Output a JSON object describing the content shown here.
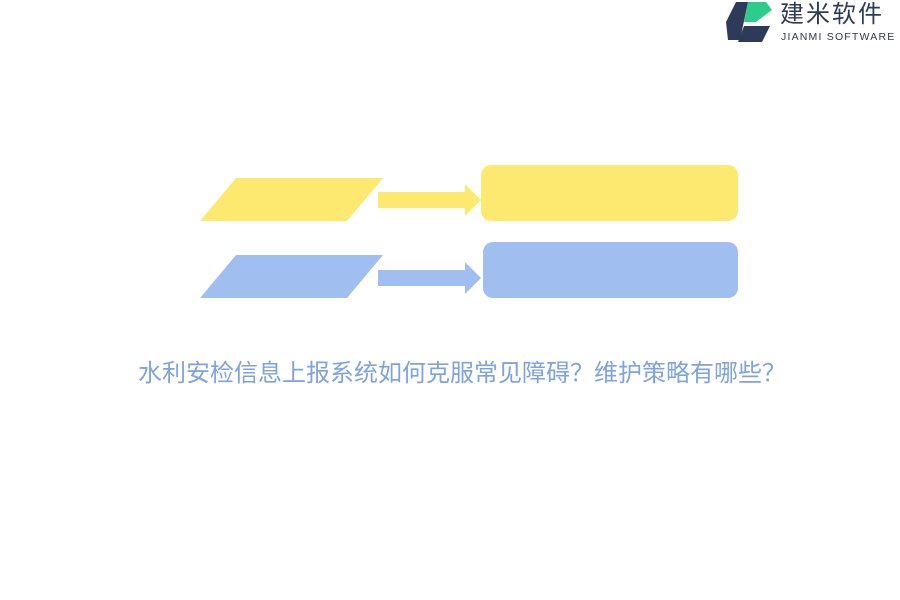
{
  "logo": {
    "name_cn": "建米软件",
    "name_en": "JIANMI SOFTWARE",
    "icon": "jianmi-logo-icon",
    "colors": {
      "navy": "#2e3a59",
      "green": "#2ecc8a"
    }
  },
  "diagram": {
    "rows": [
      {
        "color": "#fde96f",
        "shapes": [
          "parallelogram",
          "arrow-right",
          "rounded-rectangle"
        ]
      },
      {
        "color": "#a0bff0",
        "shapes": [
          "parallelogram",
          "arrow-right",
          "rounded-rectangle"
        ]
      }
    ]
  },
  "caption": {
    "text": "水利安检信息上报系统如何克服常见障碍？维护策略有哪些？",
    "color": "#7ea3e0"
  }
}
